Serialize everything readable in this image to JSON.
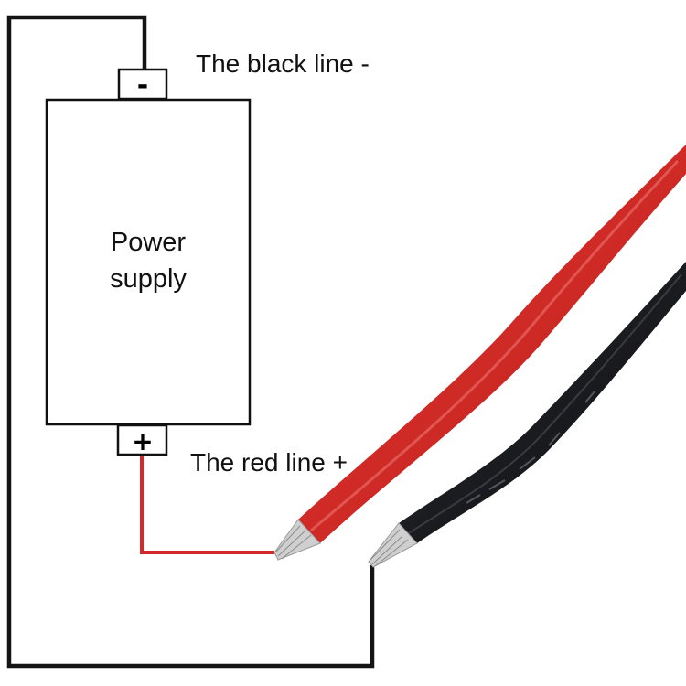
{
  "diagram": {
    "power_supply": {
      "label_line1": "Power",
      "label_line2": "supply",
      "negative_terminal_sign": "-",
      "positive_terminal_sign": "+"
    },
    "labels": {
      "black_line": "The black line -",
      "red_line": "The red line +"
    },
    "colors": {
      "black_wire": "#141414",
      "red_wire": "#d22a2a",
      "red_cable": "#d62f2f",
      "black_cable": "#1c1d21",
      "copper_strands": "#c9c9c9"
    }
  }
}
